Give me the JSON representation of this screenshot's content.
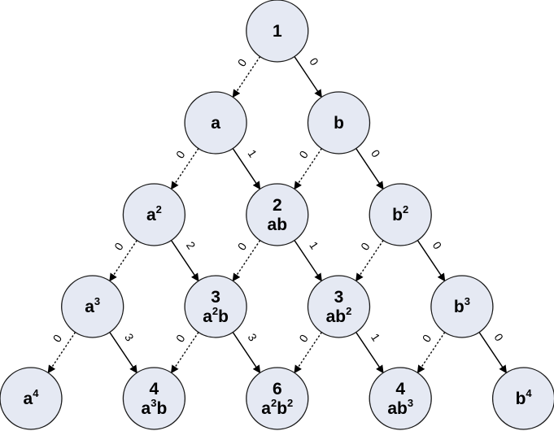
{
  "nodes": [
    {
      "id": "r0-0",
      "coef": "1",
      "term": ""
    },
    {
      "id": "r1-0",
      "coef": "",
      "term": "a"
    },
    {
      "id": "r1-1",
      "coef": "",
      "term": "b"
    },
    {
      "id": "r2-0",
      "coef": "",
      "term": "a^2"
    },
    {
      "id": "r2-1",
      "coef": "2",
      "term": "ab"
    },
    {
      "id": "r2-2",
      "coef": "",
      "term": "b^2"
    },
    {
      "id": "r3-0",
      "coef": "",
      "term": "a^3"
    },
    {
      "id": "r3-1",
      "coef": "3",
      "term": "a^2b"
    },
    {
      "id": "r3-2",
      "coef": "3",
      "term": "ab^2"
    },
    {
      "id": "r3-3",
      "coef": "",
      "term": "b^3"
    },
    {
      "id": "r4-0",
      "coef": "",
      "term": "a^4"
    },
    {
      "id": "r4-1",
      "coef": "4",
      "term": "a^3b"
    },
    {
      "id": "r4-2",
      "coef": "6",
      "term": "a^2b^2"
    },
    {
      "id": "r4-3",
      "coef": "4",
      "term": "ab^3"
    },
    {
      "id": "r4-4",
      "coef": "",
      "term": "b^4"
    }
  ],
  "edges": [
    {
      "from": "r0-0",
      "to": "r1-0",
      "label": "0",
      "style": "dotted"
    },
    {
      "from": "r0-0",
      "to": "r1-1",
      "label": "0",
      "style": "solid"
    },
    {
      "from": "r1-0",
      "to": "r2-0",
      "label": "0",
      "style": "dotted"
    },
    {
      "from": "r1-0",
      "to": "r2-1",
      "label": "1",
      "style": "solid"
    },
    {
      "from": "r1-1",
      "to": "r2-1",
      "label": "0",
      "style": "dotted"
    },
    {
      "from": "r1-1",
      "to": "r2-2",
      "label": "0",
      "style": "solid"
    },
    {
      "from": "r2-0",
      "to": "r3-0",
      "label": "0",
      "style": "dotted"
    },
    {
      "from": "r2-0",
      "to": "r3-1",
      "label": "2",
      "style": "solid"
    },
    {
      "from": "r2-1",
      "to": "r3-1",
      "label": "0",
      "style": "dotted"
    },
    {
      "from": "r2-1",
      "to": "r3-2",
      "label": "1",
      "style": "solid"
    },
    {
      "from": "r2-2",
      "to": "r3-2",
      "label": "0",
      "style": "dotted"
    },
    {
      "from": "r2-2",
      "to": "r3-3",
      "label": "0",
      "style": "solid"
    },
    {
      "from": "r3-0",
      "to": "r4-0",
      "label": "0",
      "style": "dotted"
    },
    {
      "from": "r3-0",
      "to": "r4-1",
      "label": "3",
      "style": "solid"
    },
    {
      "from": "r3-1",
      "to": "r4-1",
      "label": "0",
      "style": "dotted"
    },
    {
      "from": "r3-1",
      "to": "r4-2",
      "label": "3",
      "style": "solid"
    },
    {
      "from": "r3-2",
      "to": "r4-2",
      "label": "0",
      "style": "dotted"
    },
    {
      "from": "r3-2",
      "to": "r4-3",
      "label": "1",
      "style": "solid"
    },
    {
      "from": "r3-3",
      "to": "r4-3",
      "label": "0",
      "style": "dotted"
    },
    {
      "from": "r3-3",
      "to": "r4-4",
      "label": "0",
      "style": "solid"
    }
  ]
}
